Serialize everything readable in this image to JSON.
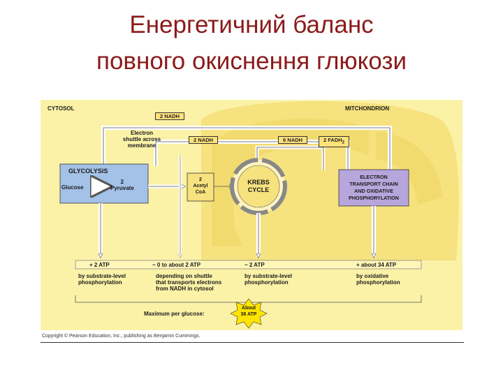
{
  "title": {
    "line1": "Енергетичний баланс",
    "line2": "повного окиснення глюкози"
  },
  "diagram": {
    "cytosol": "CYTOSOL",
    "mitochondrion": "MITCHONDRION",
    "shuttle": [
      "Electron",
      "shuttle across",
      "membrane"
    ],
    "nadh_top": "2 NADH",
    "nadh_mid": "2 NADH",
    "nadh_krebs": "6 NADH",
    "fadh": "2 FADH",
    "fadh_sub": "2",
    "glycolysis": "GLYCOLYSIS",
    "glucose": "Glucose",
    "pyruvate": [
      "2",
      "Pyruvate"
    ],
    "acetyl": [
      "2",
      "Acetyl",
      "CoA"
    ],
    "krebs": [
      "KREBS",
      "CYCLE"
    ],
    "etc": [
      "ELECTRON",
      "TRANSPORT CHAIN",
      "AND OXIDATIVE",
      "PHOSPHORYLATION"
    ],
    "atp1": "+ 2  ATP",
    "atp2": "~ 0 to about 2 ATP",
    "atp3": "~ 2  ATP",
    "atp4": "+ about 34 ATP",
    "desc1": [
      "by substrate-level",
      "phosphorylation"
    ],
    "desc2": [
      "depending on shuttle",
      "that transports electrons",
      "from NADH in cytosol"
    ],
    "desc3": [
      "by substrate-level",
      "phosphorylation"
    ],
    "desc4": [
      "by oxidative",
      "phosphorylation"
    ],
    "max_label": "Maximum per glucose:",
    "about": [
      "About",
      "38 ATP"
    ]
  },
  "copyright": "Copyright © Pearson Education, Inc., publishing as Benjamin Cummings.",
  "colors": {
    "title": "#8b1a1a",
    "background": "#fbf2a8",
    "mitochondrion": "#f6e27e",
    "matrix": "#f3d75f",
    "glycolysis_box": "#a4c2e8",
    "etc_box": "#b7a6dc",
    "label_box": "#ffe27a",
    "starburst": "#ffe400"
  }
}
